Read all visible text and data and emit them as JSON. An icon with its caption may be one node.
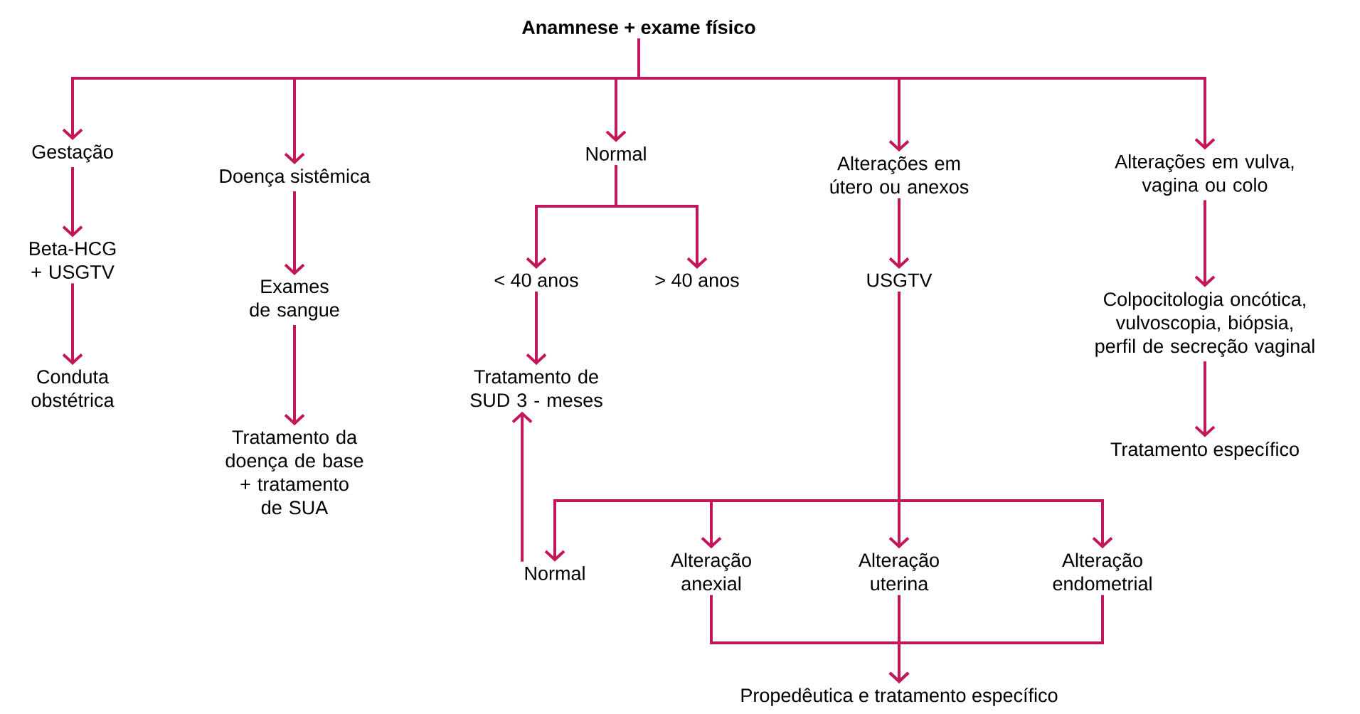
{
  "diagram": {
    "nodes": [
      {
        "text": [
          "Anamnese + exame físico"
        ]
      },
      {
        "text": [
          "Gestação"
        ]
      },
      {
        "text": [
          "Doença sistêmica"
        ]
      },
      {
        "text": [
          "Normal"
        ]
      },
      {
        "text": [
          "Alterações em útero ou anexos"
        ]
      },
      {
        "text": [
          "Alterações em vulva, vagina ou colo"
        ]
      },
      {
        "text": [
          "Beta-HCG + USGTV"
        ]
      },
      {
        "text": [
          "Exames de sangue"
        ]
      },
      {
        "text": [
          "< 40 anos"
        ]
      },
      {
        "text": [
          "> 40 anos"
        ]
      },
      {
        "text": [
          "USGTV"
        ]
      },
      {
        "text": [
          "Colpocitologia oncótica, vulvoscopia, biópsia, perfil de secreção vaginal"
        ]
      },
      {
        "text": [
          "Conduta obstétrica"
        ]
      },
      {
        "text": [
          "Tratamento da doença de base + tratamento de SUA"
        ]
      },
      {
        "text": [
          "Tratamento de SUD 3 - meses"
        ]
      },
      {
        "text": [
          "Tratamento específico"
        ]
      },
      {
        "text": [
          "Normal"
        ]
      },
      {
        "text": [
          "Alteração anexial"
        ]
      },
      {
        "text": [
          "Alteração uterina"
        ]
      },
      {
        "text": [
          "Alteração endometrial"
        ]
      },
      {
        "text": [
          "Propedêutica e tratamento específico"
        ]
      }
    ],
    "edges": [
      {
        "from": 0,
        "to": 1,
        "arrow": "to"
      },
      {
        "from": 0,
        "to": 2,
        "arrow": "to"
      },
      {
        "from": 0,
        "to": 3,
        "arrow": "to"
      },
      {
        "from": 0,
        "to": 4,
        "arrow": "to"
      },
      {
        "from": 0,
        "to": 5,
        "arrow": "to"
      },
      {
        "from": 1,
        "to": 6,
        "arrow": "to"
      },
      {
        "from": 6,
        "to": 12,
        "arrow": "to"
      },
      {
        "from": 2,
        "to": 7,
        "arrow": "to"
      },
      {
        "from": 7,
        "to": 13,
        "arrow": "to"
      },
      {
        "from": 3,
        "to": 8,
        "arrow": "to"
      },
      {
        "from": 3,
        "to": 9,
        "arrow": "to"
      },
      {
        "from": 8,
        "to": 14,
        "arrow": "to"
      },
      {
        "from": 4,
        "to": 10,
        "arrow": "to"
      },
      {
        "from": 5,
        "to": 11,
        "arrow": "to"
      },
      {
        "from": 11,
        "to": 15,
        "arrow": "to"
      },
      {
        "from": 10,
        "to": 16,
        "arrow": "to"
      },
      {
        "from": 10,
        "to": 17,
        "arrow": "to"
      },
      {
        "from": 10,
        "to": 18,
        "arrow": "to"
      },
      {
        "from": 10,
        "to": 19,
        "arrow": "to"
      },
      {
        "from": 16,
        "to": 14,
        "arrow": "to"
      },
      {
        "from": 17,
        "to": 20,
        "arrow": "to"
      },
      {
        "from": 18,
        "to": 20,
        "arrow": "to"
      },
      {
        "from": 19,
        "to": 20,
        "arrow": "to"
      }
    ]
  }
}
